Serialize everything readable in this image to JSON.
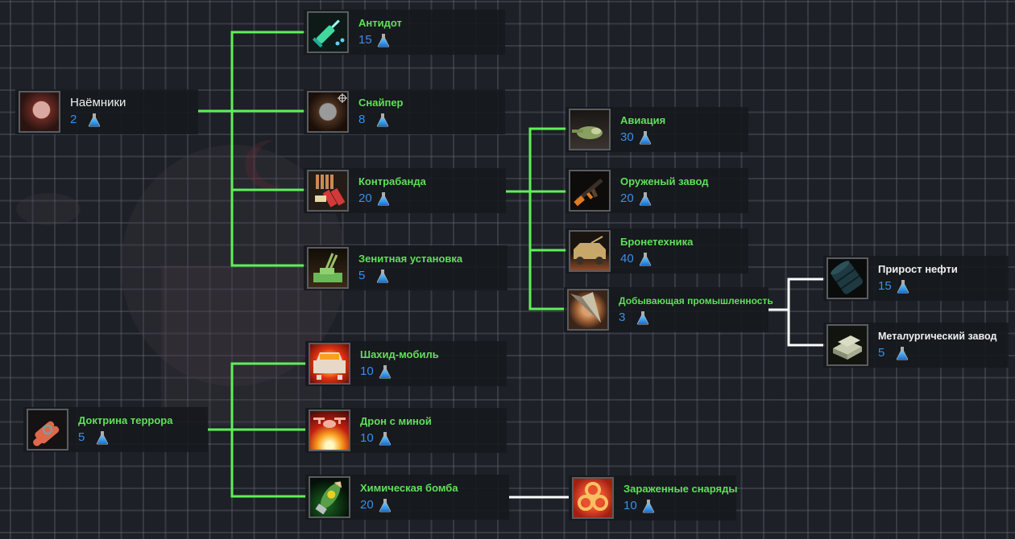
{
  "colors": {
    "background": "#1d2026",
    "line_active": "#5ef058",
    "line_locked": "#ffffff",
    "title_green": "#5fe05a",
    "title_white": "#f0f0f0",
    "cost_blue": "#3a8fe8"
  },
  "nodes": {
    "mercenaries": {
      "title": "Наёмники",
      "cost": "2",
      "icon": "bandaged-mercenary-icon"
    },
    "antidote": {
      "title": "Антидот",
      "cost": "15",
      "icon": "syringe-icon"
    },
    "sniper": {
      "title": "Снайпер",
      "cost": "8",
      "icon": "sniper-icon"
    },
    "contraband": {
      "title": "Контрабанда",
      "cost": "20",
      "icon": "ammo-icon"
    },
    "aa_gun": {
      "title": "Зенитная установка",
      "cost": "5",
      "icon": "anti-aircraft-gun-icon"
    },
    "aviation": {
      "title": "Авиация",
      "cost": "30",
      "icon": "helicopter-icon"
    },
    "arms_factory": {
      "title": "Оруженый завод",
      "cost": "20",
      "icon": "rifle-icon"
    },
    "armored": {
      "title": "Бронетехника",
      "cost": "40",
      "icon": "armored-vehicle-icon"
    },
    "mining": {
      "title": "Добывающая промышленность",
      "cost": "3",
      "icon": "drill-icon"
    },
    "oil": {
      "title": "Прирост нефти",
      "cost": "15",
      "icon": "oil-barrel-icon"
    },
    "metallurgy": {
      "title": "Металургический завод",
      "cost": "5",
      "icon": "metal-ingots-icon"
    },
    "terror": {
      "title": "Доктрина террора",
      "cost": "5",
      "icon": "dynamite-icon"
    },
    "shahid_car": {
      "title": "Шахид-мобиль",
      "cost": "10",
      "icon": "car-bomb-icon"
    },
    "drone": {
      "title": "Дрон с миной",
      "cost": "10",
      "icon": "drone-mine-icon"
    },
    "chem_bomb": {
      "title": "Химическая бомба",
      "cost": "20",
      "icon": "chemical-bomb-icon"
    },
    "infected_shells": {
      "title": "Зараженные снаряды",
      "cost": "10",
      "icon": "biohazard-icon"
    }
  },
  "cost_icon": "research-flask-icon"
}
